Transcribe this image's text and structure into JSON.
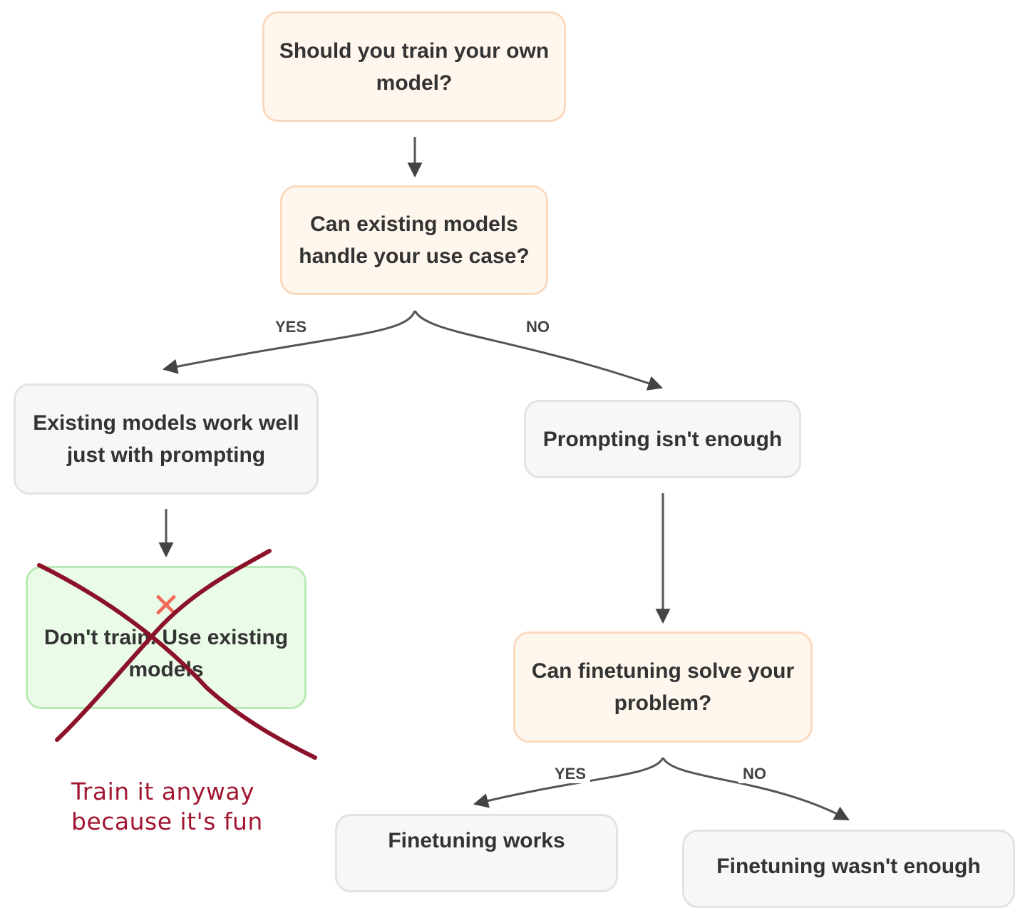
{
  "nodes": {
    "q1": "Should you train your own model?",
    "q2": "Can existing models handle your use case?",
    "o_yes": "Existing models work well just with prompting",
    "o_no": "Prompting isn't enough",
    "final_yes": "Don't train. Use existing models",
    "final_yes_icon": "x-mark-icon",
    "q3": "Can finetuning solve your problem?",
    "o3_yes": "Finetuning works",
    "o3_no": "Finetuning wasn't enough"
  },
  "branch_labels": {
    "q2_yes": "YES",
    "q2_no": "NO",
    "q3_yes": "YES",
    "q3_no": "NO"
  },
  "annotation": {
    "note_line1": "Train it anyway",
    "note_line2": "because it's fun",
    "note_color": "#a11630",
    "cross_color": "#8b1228"
  }
}
